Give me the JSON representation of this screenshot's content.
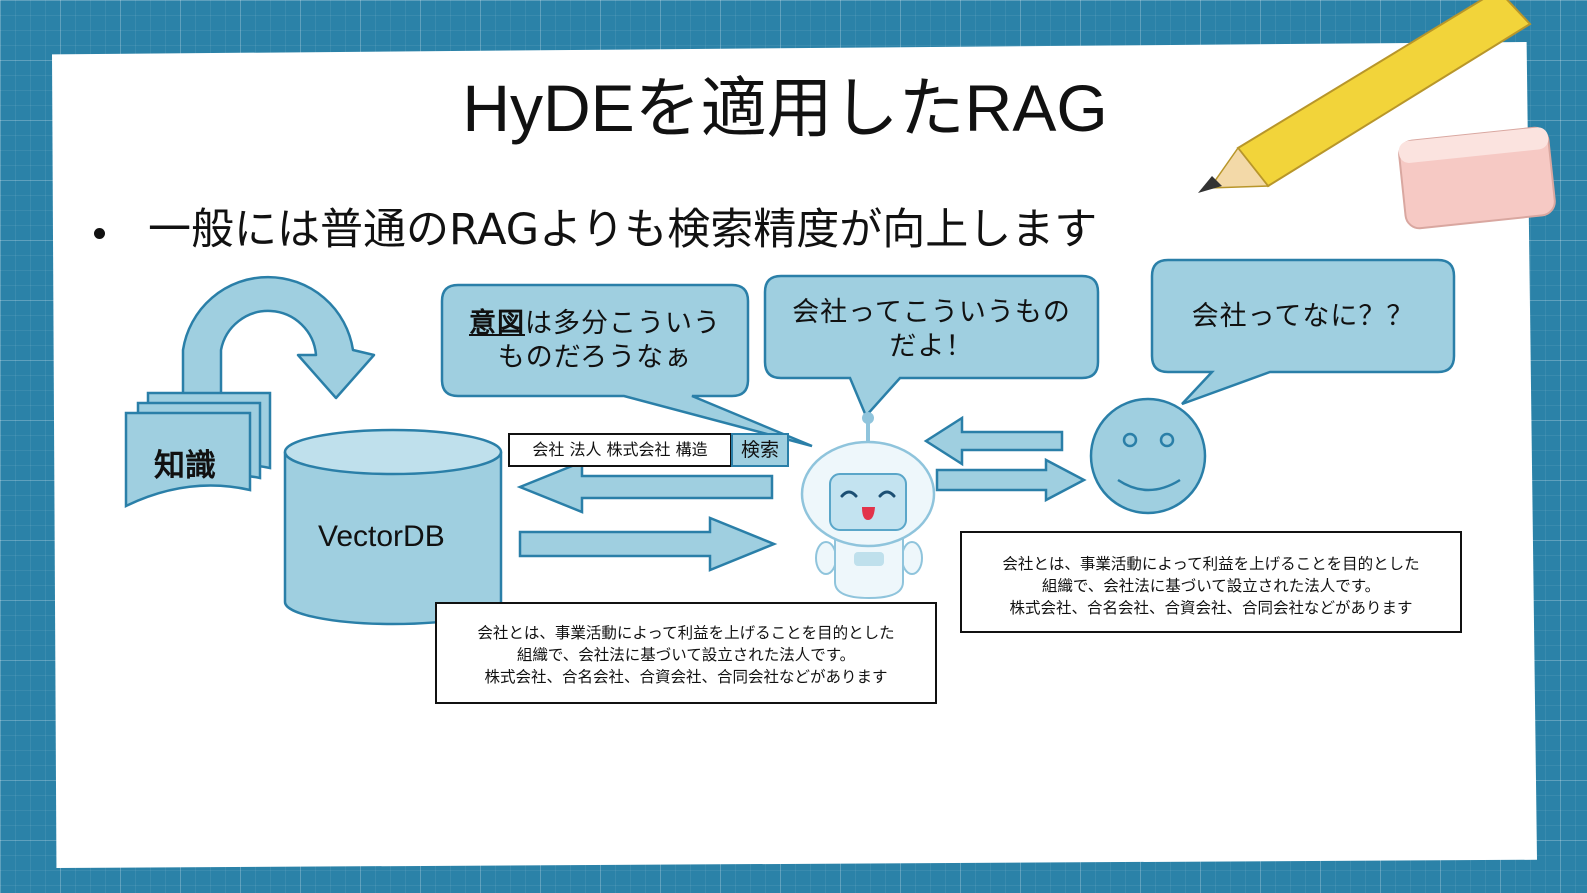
{
  "slide": {
    "title": "HyDEを適用したRAG",
    "bullet": "一般には普通のRAGよりも検索精度が向上します"
  },
  "diagram": {
    "knowledge_label": "知識",
    "vectordb_label": "VectorDB",
    "bubble_intent_emph": "意図",
    "bubble_intent_line1_rest": "は多分こういう",
    "bubble_intent_line2": "ものだろうなぁ",
    "bubble_robot_line1": "会社ってこういうもの",
    "bubble_robot_line2": "だよ！",
    "bubble_user": "会社ってなに？？",
    "query_keywords": "会社 法人 株式会社 構造",
    "search_label": "検索",
    "answer_box_1": {
      "line1": "会社とは、事業活動によって利益を上げることを目的とした",
      "line2": "組織で、会社法に基づいて設立された法人です。",
      "line3": "株式会社、合名会社、合資会社、合同会社などがあります"
    },
    "answer_box_2": {
      "line1": "会社とは、事業活動によって利益を上げることを目的とした",
      "line2": "組織で、会社法に基づいて設立された法人です。",
      "line3": "株式会社、合名会社、合資会社、合同会社などがあります"
    }
  },
  "colors": {
    "shape_fill": "#9fcfe0",
    "shape_stroke": "#2a7fa8",
    "background": "#2b82a8",
    "pencil": "#f2d43a",
    "eraser": "#f6c9c4"
  }
}
